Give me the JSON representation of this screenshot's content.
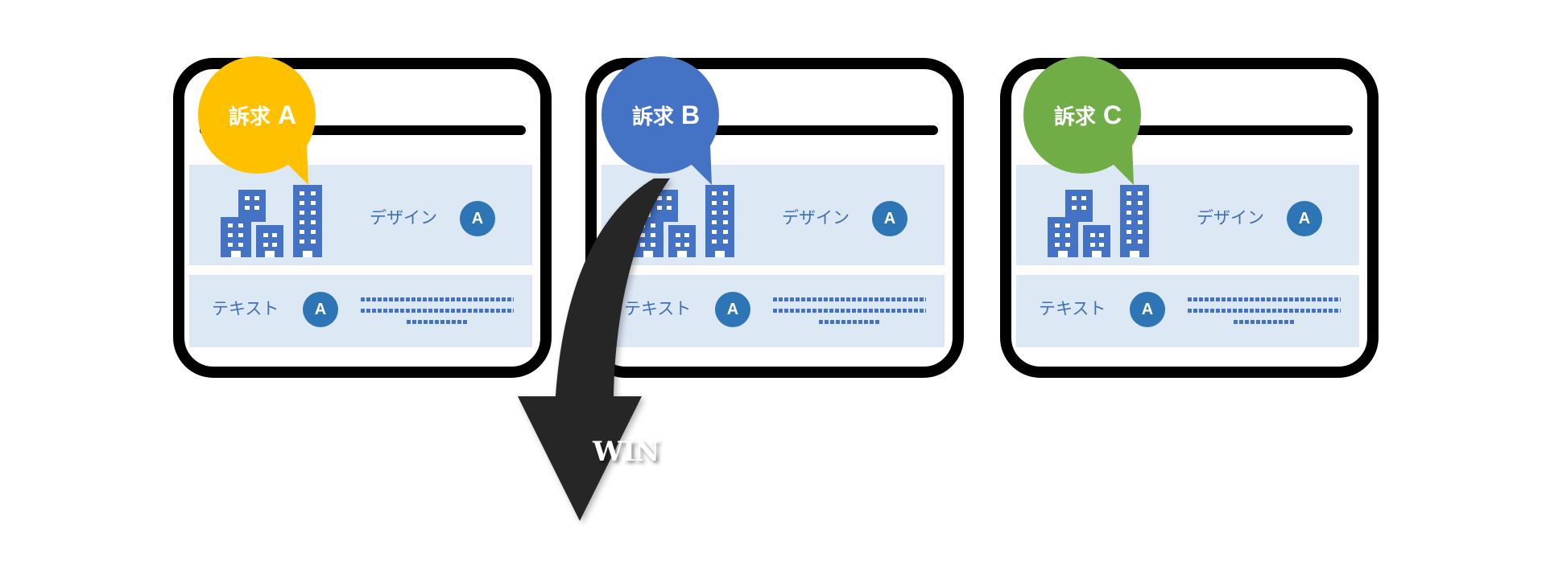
{
  "colors": {
    "appeal_a": "#FFC000",
    "appeal_b": "#4472C4",
    "appeal_c": "#70AD47",
    "badge": "#2E75B6",
    "row_bg": "#DDE8F5",
    "arrow": "#262626"
  },
  "cards": [
    {
      "bubble_prefix": "訴求",
      "bubble_letter": "A",
      "design_label": "デザイン",
      "design_badge": "A",
      "text_label": "テキスト",
      "text_badge": "A"
    },
    {
      "bubble_prefix": "訴求",
      "bubble_letter": "B",
      "design_label": "デザイン",
      "design_badge": "A",
      "text_label": "テキスト",
      "text_badge": "A"
    },
    {
      "bubble_prefix": "訴求",
      "bubble_letter": "C",
      "design_label": "デザイン",
      "design_badge": "A",
      "text_label": "テキスト",
      "text_badge": "A"
    }
  ],
  "arrow": {
    "label": "WIN"
  }
}
